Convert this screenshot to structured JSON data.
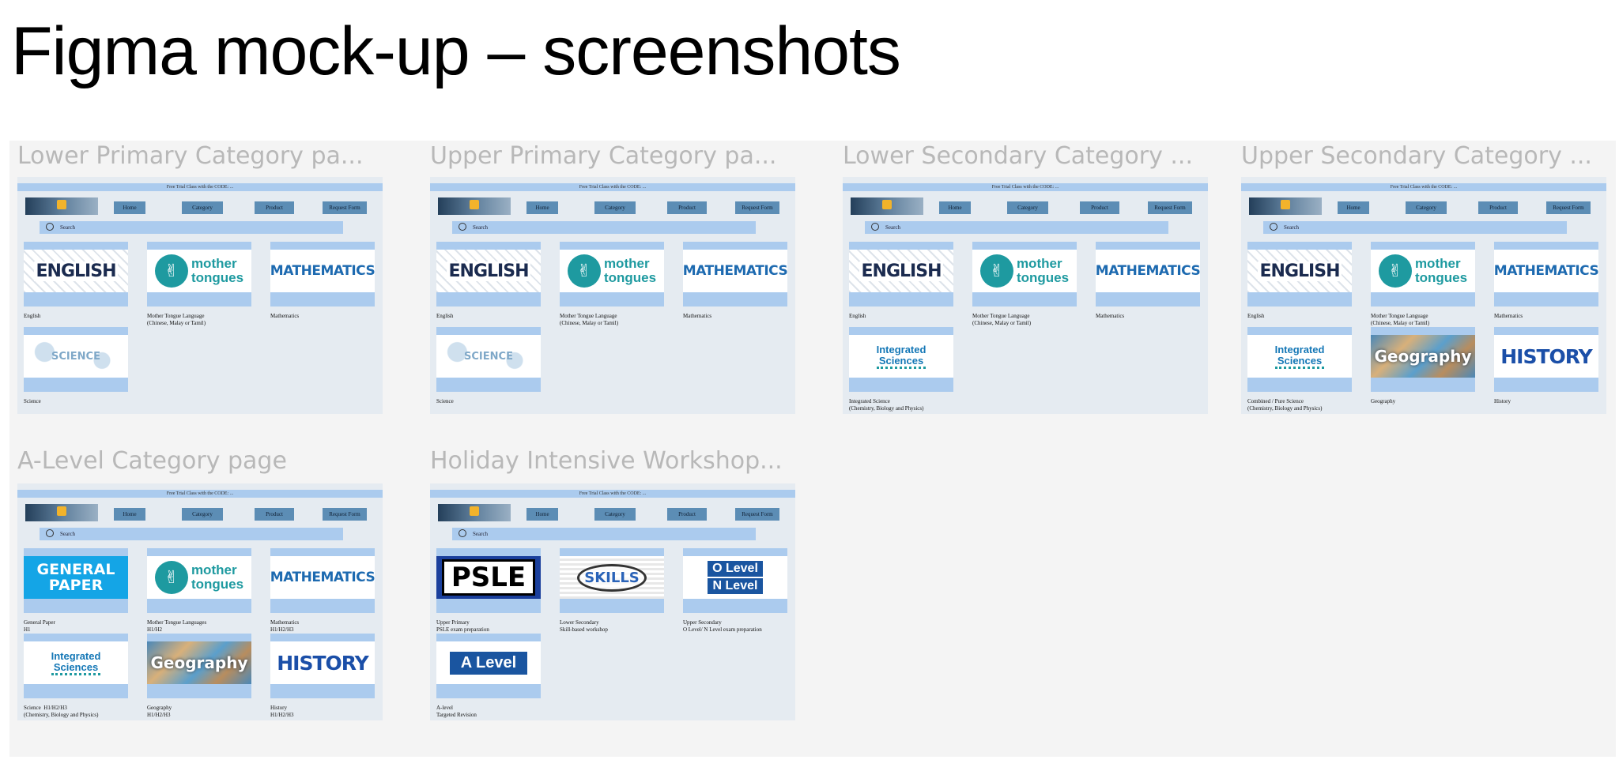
{
  "slide_title": "Figma mock-up – screenshots",
  "mockup": {
    "promo_text": "Free Trial Class with the CODE: ...",
    "nav": [
      "Home",
      "Category",
      "Product",
      "Request Form"
    ],
    "search_placeholder": "Search",
    "search_icon": "search-icon"
  },
  "frames": [
    {
      "label": "Lower Primary Category pa...",
      "cards": [
        {
          "thumb": "english",
          "thumb_text": "ENGLISH",
          "label": "English"
        },
        {
          "thumb": "mother",
          "thumb_text": "mother\ntongues",
          "label": "Mother Tongue Language\n(Chinese, Malay or Tamil)"
        },
        {
          "thumb": "math",
          "thumb_text": "MATHEMATICS",
          "label": "Mathematics"
        },
        {
          "thumb": "science",
          "thumb_text": "SCIENCE",
          "label": "Science"
        }
      ]
    },
    {
      "label": "Upper Primary Category pa...",
      "cards": [
        {
          "thumb": "english",
          "thumb_text": "ENGLISH",
          "label": "English"
        },
        {
          "thumb": "mother",
          "thumb_text": "mother\ntongues",
          "label": "Mother Tongue Language\n(Chinese, Malay or Tamil)"
        },
        {
          "thumb": "math",
          "thumb_text": "MATHEMATICS",
          "label": "Mathematics"
        },
        {
          "thumb": "science",
          "thumb_text": "SCIENCE",
          "label": "Science"
        }
      ]
    },
    {
      "label": "Lower Secondary Category ...",
      "cards": [
        {
          "thumb": "english",
          "thumb_text": "ENGLISH",
          "label": "English"
        },
        {
          "thumb": "mother",
          "thumb_text": "mother\ntongues",
          "label": "Mother Tongue Language\n(Chinese, Malay or Tamil)"
        },
        {
          "thumb": "math",
          "thumb_text": "MATHEMATICS",
          "label": "Mathematics"
        },
        {
          "thumb": "integrated",
          "thumb_text": "Integrated\nSciences",
          "label": "Integrated Science\n(Chemistry, Biology and Physics)"
        }
      ]
    },
    {
      "label": "Upper Secondary Category ...",
      "cards": [
        {
          "thumb": "english",
          "thumb_text": "ENGLISH",
          "label": "English"
        },
        {
          "thumb": "mother",
          "thumb_text": "mother\ntongues",
          "label": "Mother Tongue Language\n(Chinese, Malay or Tamil)"
        },
        {
          "thumb": "math",
          "thumb_text": "MATHEMATICS",
          "label": "Mathematics"
        },
        {
          "thumb": "integrated",
          "thumb_text": "Integrated\nSciences",
          "label": "Combined / Pure Science\n(Chemistry, Biology and Physics)"
        },
        {
          "thumb": "geography",
          "thumb_text": "Geography",
          "label": "Geography"
        },
        {
          "thumb": "history",
          "thumb_text": "HISTORY",
          "label": "History"
        }
      ]
    },
    {
      "label": "A-Level  Category page",
      "cards": [
        {
          "thumb": "gp",
          "thumb_text": "GENERAL\nPAPER",
          "label": "General Paper\nH1"
        },
        {
          "thumb": "mother",
          "thumb_text": "mother\ntongues",
          "label": "Mother Tongue Languages\nH1/H2"
        },
        {
          "thumb": "math",
          "thumb_text": "MATHEMATICS",
          "label": "Mathematics\nH1/H2/H3"
        },
        {
          "thumb": "integrated",
          "thumb_text": "Integrated\nSciences",
          "label": "Science  H1/H2/H3\n(Chemistry, Biology and Physics)"
        },
        {
          "thumb": "geography",
          "thumb_text": "Geography",
          "label": "Geography\nH1/H2/H3"
        },
        {
          "thumb": "history",
          "thumb_text": "HISTORY",
          "label": "History\nH1/H2/H3"
        }
      ]
    },
    {
      "label": "Holiday Intensive Workshop...",
      "cards": [
        {
          "thumb": "psle",
          "thumb_text": "PSLE",
          "label": "Upper Primary\nPSLE exam preparation"
        },
        {
          "thumb": "skills",
          "thumb_text": "SKILLS",
          "label": "Lower Secondary\nSkill-based workshop"
        },
        {
          "thumb": "olevel",
          "thumb_text": "O Level\nN Level",
          "label": "Upper Secondary\nO Level/ N Level exam preparation"
        },
        {
          "thumb": "alevel",
          "thumb_text": "A Level",
          "label": "A-level\nTargeted Revision"
        }
      ]
    }
  ]
}
